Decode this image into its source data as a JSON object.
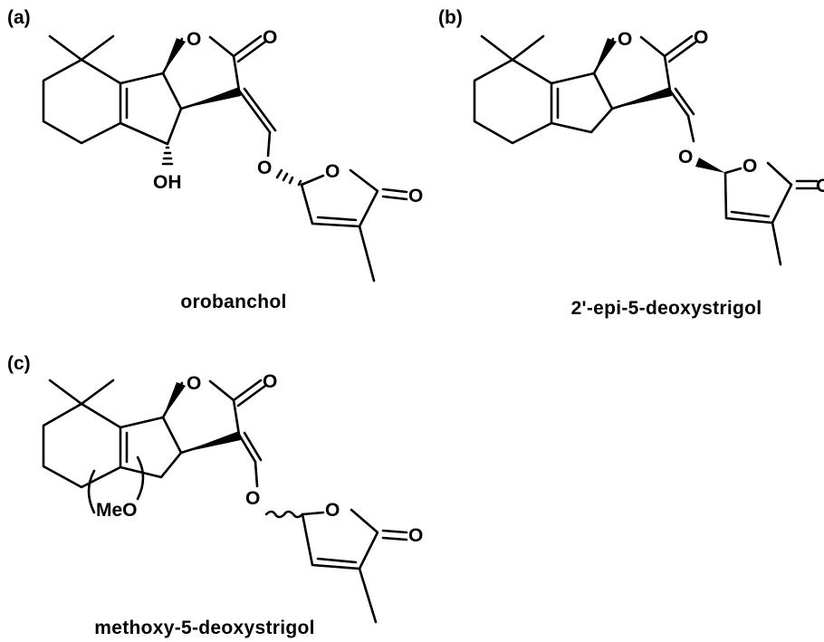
{
  "panels": [
    {
      "label": "(a)",
      "name": "orobanchol",
      "atoms": {
        "ring_o": "O",
        "carbonyl_o": "O",
        "hydroxyl": "OH",
        "ether_o": "O",
        "butenolide_o": "O",
        "butenolide_co": "O"
      }
    },
    {
      "label": "(b)",
      "name": "2'-epi-5-deoxystrigol",
      "atoms": {
        "ring_o": "O",
        "carbonyl_o": "O",
        "ether_o": "O",
        "butenolide_o": "O",
        "butenolide_co": "O"
      }
    },
    {
      "label": "(c)",
      "name": "methoxy-5-deoxystrigol",
      "atoms": {
        "ring_o": "O",
        "carbonyl_o": "O",
        "methoxy": "MeO",
        "ether_o": "O",
        "butenolide_o": "O",
        "butenolide_co": "O"
      }
    }
  ],
  "colors": {
    "ink": "#000000",
    "background": "#ffffff"
  }
}
